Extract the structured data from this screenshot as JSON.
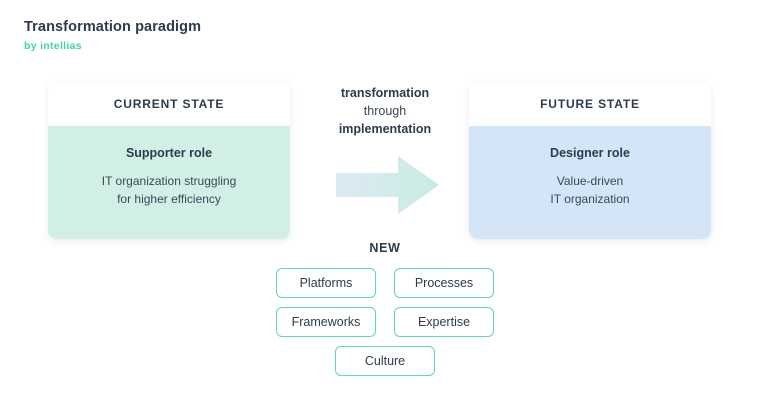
{
  "header": {
    "title": "Transformation paradigm",
    "byline": "by intellias",
    "byline_color": "#3ed6a0",
    "title_color": "#2d3b4e"
  },
  "cards": [
    {
      "id": "current",
      "header_label": "CURRENT STATE",
      "role": "Supporter role",
      "description_lines": [
        "IT organization struggling",
        "for higher efficiency"
      ],
      "body_color": "#d2efe5"
    },
    {
      "id": "future",
      "header_label": "FUTURE STATE",
      "role": "Designer role",
      "description_lines": [
        "Value-driven",
        "IT organization"
      ],
      "body_color": "#d3e5f6"
    }
  ],
  "transformation": {
    "line1": "transformation",
    "line2": "through",
    "line3": "implementation",
    "arrow_gradient_from": "#dce9f4",
    "arrow_gradient_to": "#c6ebdf"
  },
  "new_section": {
    "label": "NEW",
    "chip_border_color": "#5fd8ae",
    "rows": [
      [
        "Platforms",
        "Processes"
      ],
      [
        "Frameworks",
        "Expertise"
      ],
      [
        "Culture"
      ]
    ]
  }
}
